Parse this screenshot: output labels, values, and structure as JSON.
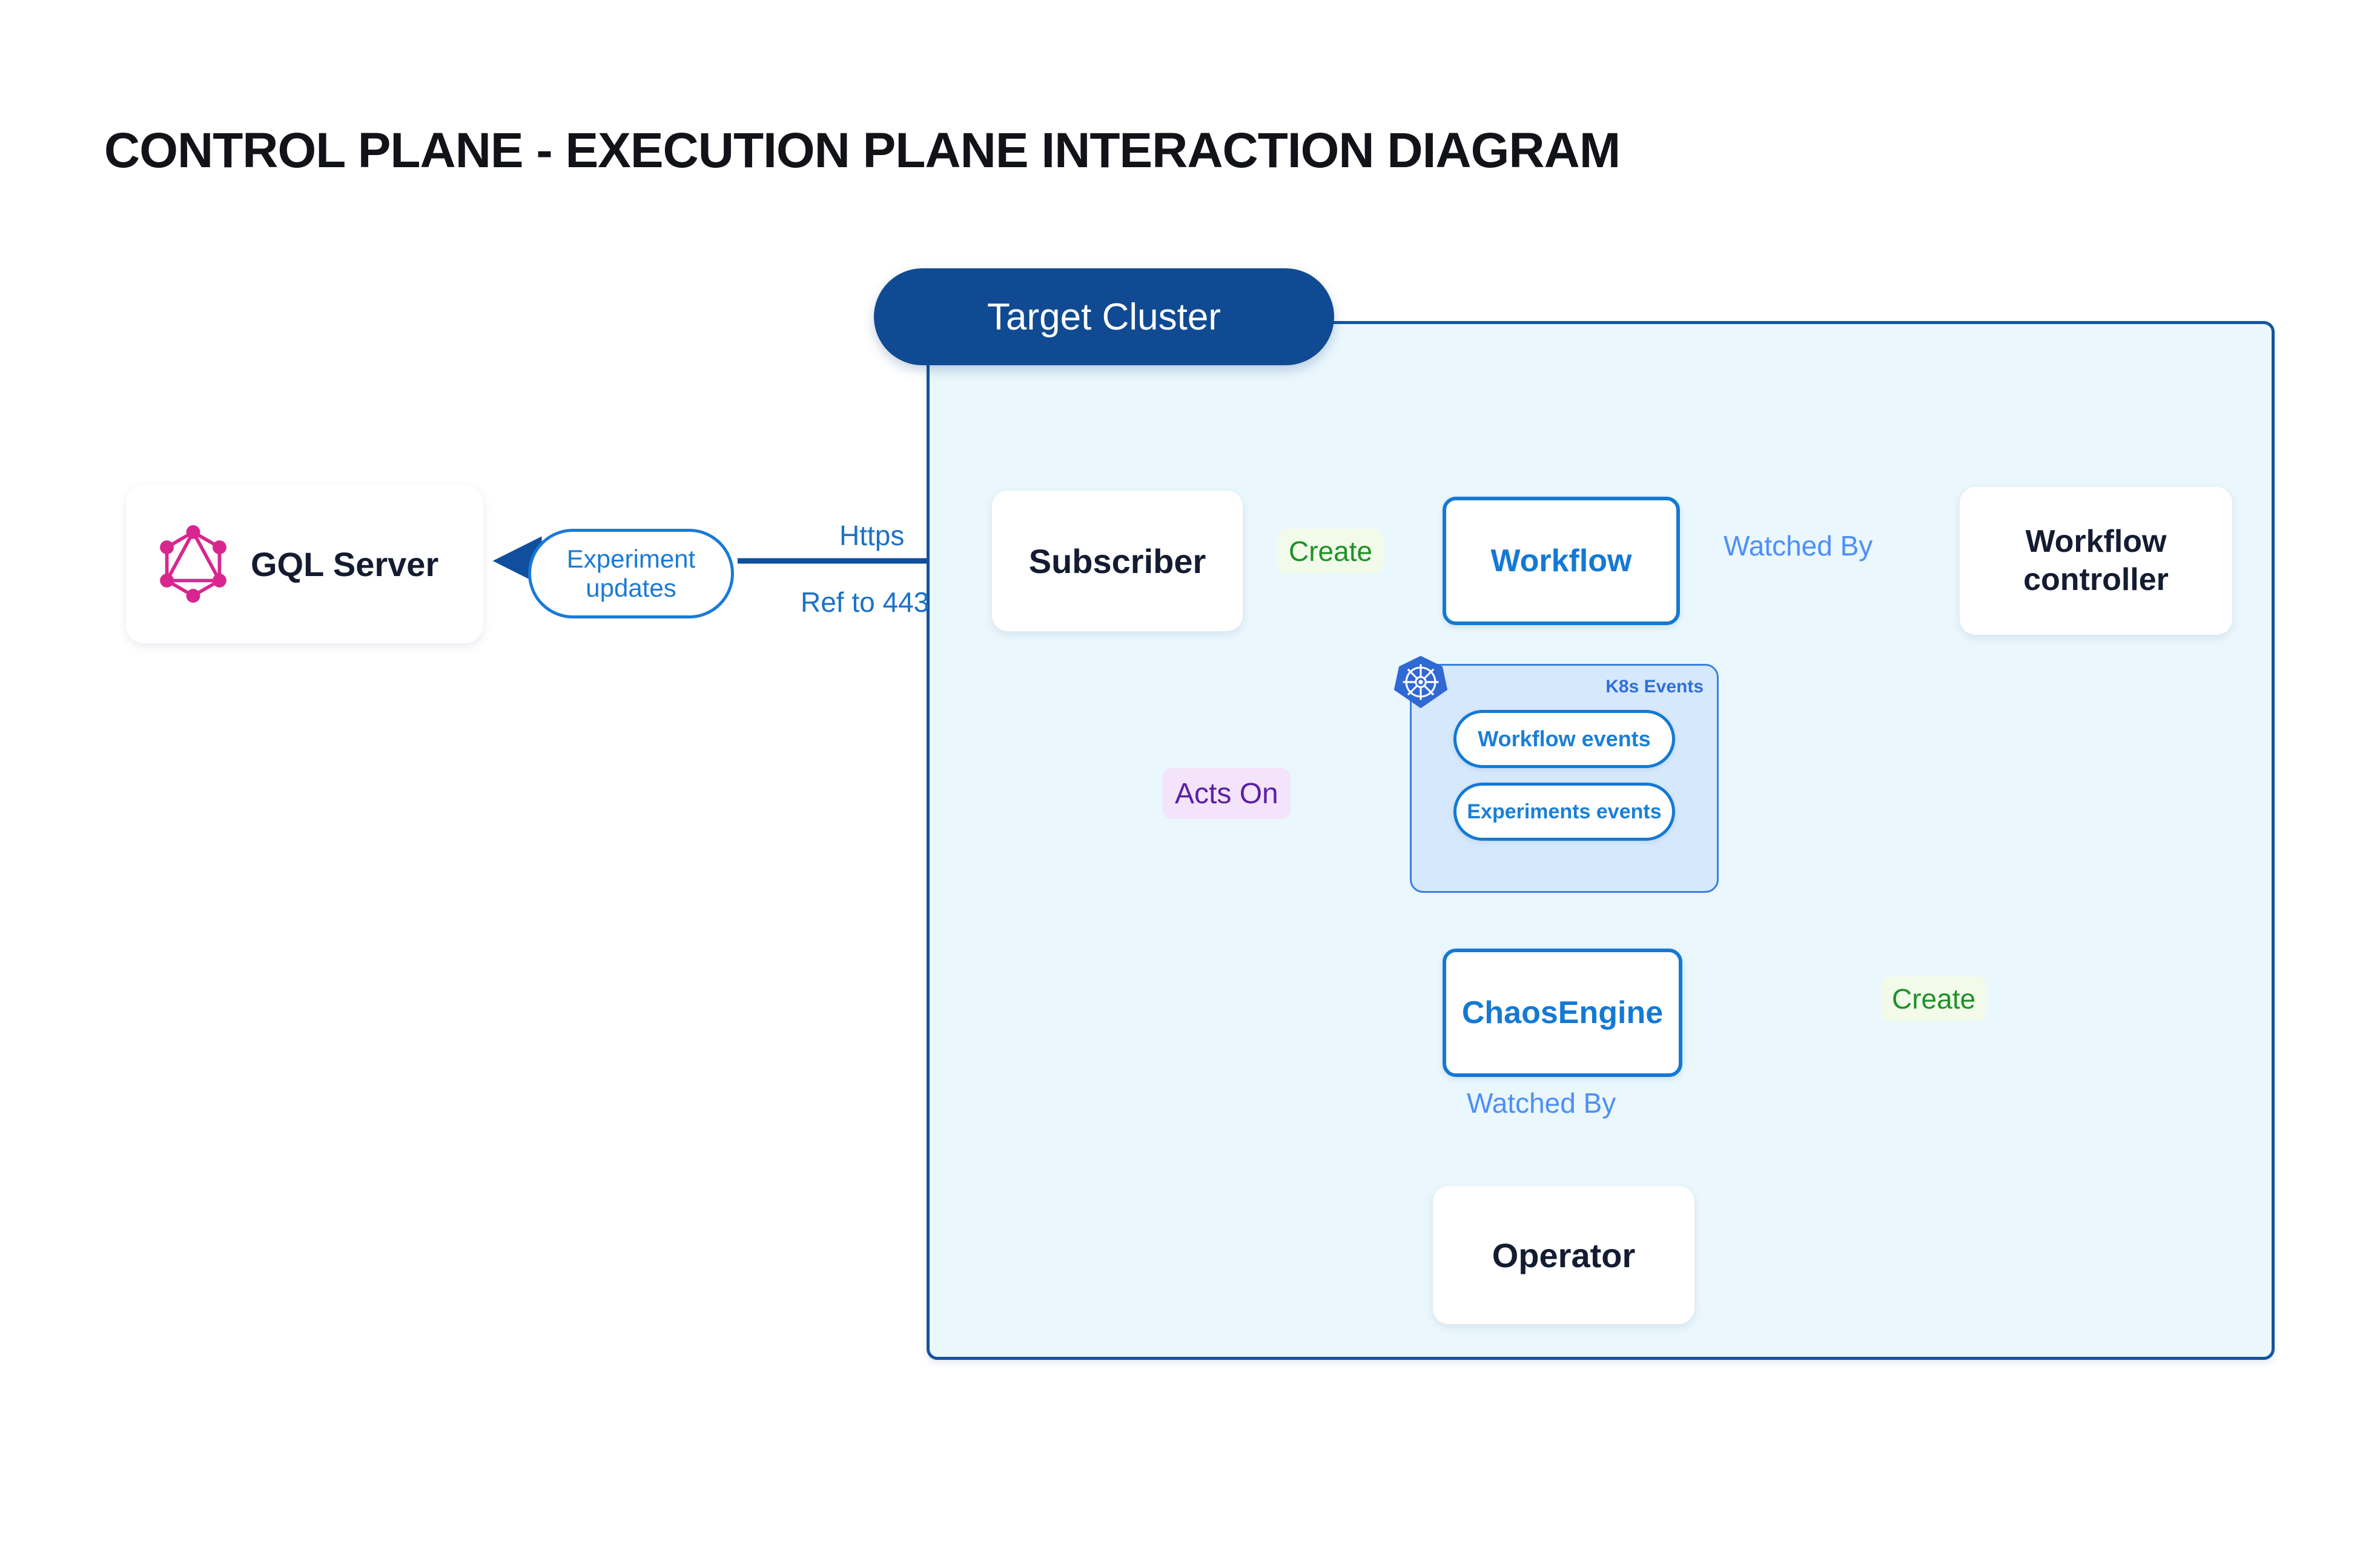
{
  "page": {
    "title": "CONTROL PLANE - EXECUTION PLANE INTERACTION DIAGRAM"
  },
  "colors": {
    "cluster_border": "#14539f",
    "cluster_fill": "#eaf7fd",
    "badge_bg": "#104a93",
    "node_text": "#131c30",
    "blue_node": "#1479d4",
    "green_edge": "#1e9226",
    "light_blue_edge": "#4e8ef8",
    "purple_edge": "#5b1fa8",
    "dark_gray_edge": "#4a4f63",
    "graphql_pink": "#d9268f",
    "k8s_blue": "#3068d4"
  },
  "cluster": {
    "badge_label": "Target Cluster"
  },
  "nodes": {
    "gql_server": {
      "label": "GQL Server",
      "icon": "graphql-logo"
    },
    "subscriber": {
      "label": "Subscriber"
    },
    "workflow": {
      "label": "Workflow"
    },
    "workflow_controller": {
      "label": "Workflow\ncontroller"
    },
    "chaos_engine": {
      "label": "ChaosEngine"
    },
    "operator": {
      "label": "Operator"
    }
  },
  "k8s_events": {
    "group_title": "K8s Events",
    "icon": "kubernetes-logo",
    "items": [
      {
        "label": "Workflow events"
      },
      {
        "label": "Experiments events"
      }
    ]
  },
  "edges": [
    {
      "id": "experiment-updates",
      "label": "Experiment\nupdates",
      "from": "subscriber",
      "to": "gql_server",
      "color": "#1a7ad6",
      "style": "pill"
    },
    {
      "id": "https",
      "label": "Https",
      "color": "#1a72c9",
      "style": "text"
    },
    {
      "id": "ref-to-443",
      "label": "Ref to 443",
      "color": "#1a72c9",
      "style": "text"
    },
    {
      "id": "create-workflow",
      "label": "Create",
      "from": "subscriber",
      "to": "workflow",
      "color": "#1e9226",
      "style": "badge"
    },
    {
      "id": "watched-by-controller",
      "label": "Watched By",
      "from": "workflow",
      "to": "workflow_controller",
      "color": "#4e8ef8",
      "style": "text"
    },
    {
      "id": "acts-on",
      "label": "Acts On",
      "from": "subscriber",
      "to": "k8s_events",
      "color": "#5b1fa8",
      "style": "badge"
    },
    {
      "id": "create-chaosengine",
      "label": "Create",
      "from": "workflow_controller",
      "to": "chaos_engine",
      "color": "#1e9226",
      "style": "badge"
    },
    {
      "id": "watched-by-operator",
      "label": "Watched By",
      "from": "chaos_engine",
      "to": "operator",
      "color": "#4e8ef8",
      "style": "text"
    }
  ]
}
